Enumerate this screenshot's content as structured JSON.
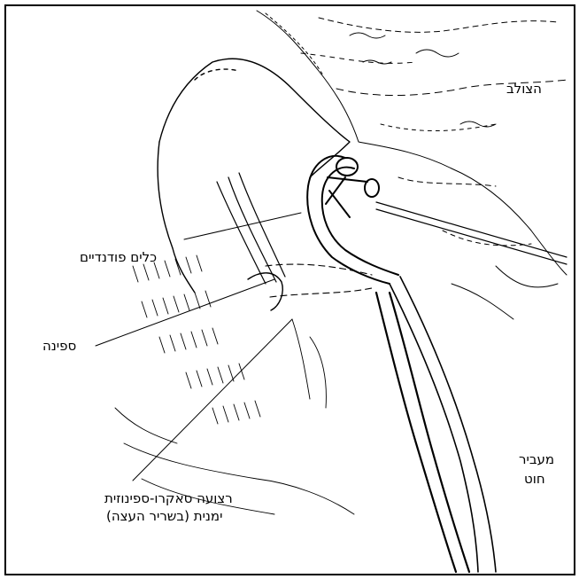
{
  "labels": {
    "sacrum": "הצולב",
    "pudendal_vessels": "כלים פודנדיים",
    "spine": "ספינה",
    "ligament_line1": "רצועה סאקרו-ספינוזית",
    "ligament_line2": "ימנית (בשריר העצה)",
    "passer_line1": "מעביר",
    "passer_line2": "חוט"
  },
  "colors": {
    "ink": "#000000",
    "background": "#ffffff"
  }
}
